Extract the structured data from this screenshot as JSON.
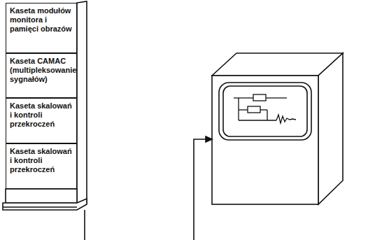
{
  "diagram": {
    "nodes": [
      {
        "text": [
          "Kaseta modułów monitora i pamięci obrazów"
        ]
      },
      {
        "text": [
          "Kaseta CAMAC (multipleksowanie sygnałów)"
        ]
      },
      {
        "text": [
          "Kaseta skalowań i kontroli przekroczeń"
        ]
      },
      {
        "text": [
          "Kaseta skalowań i kontroli przekroczeń"
        ]
      }
    ],
    "edges": []
  }
}
